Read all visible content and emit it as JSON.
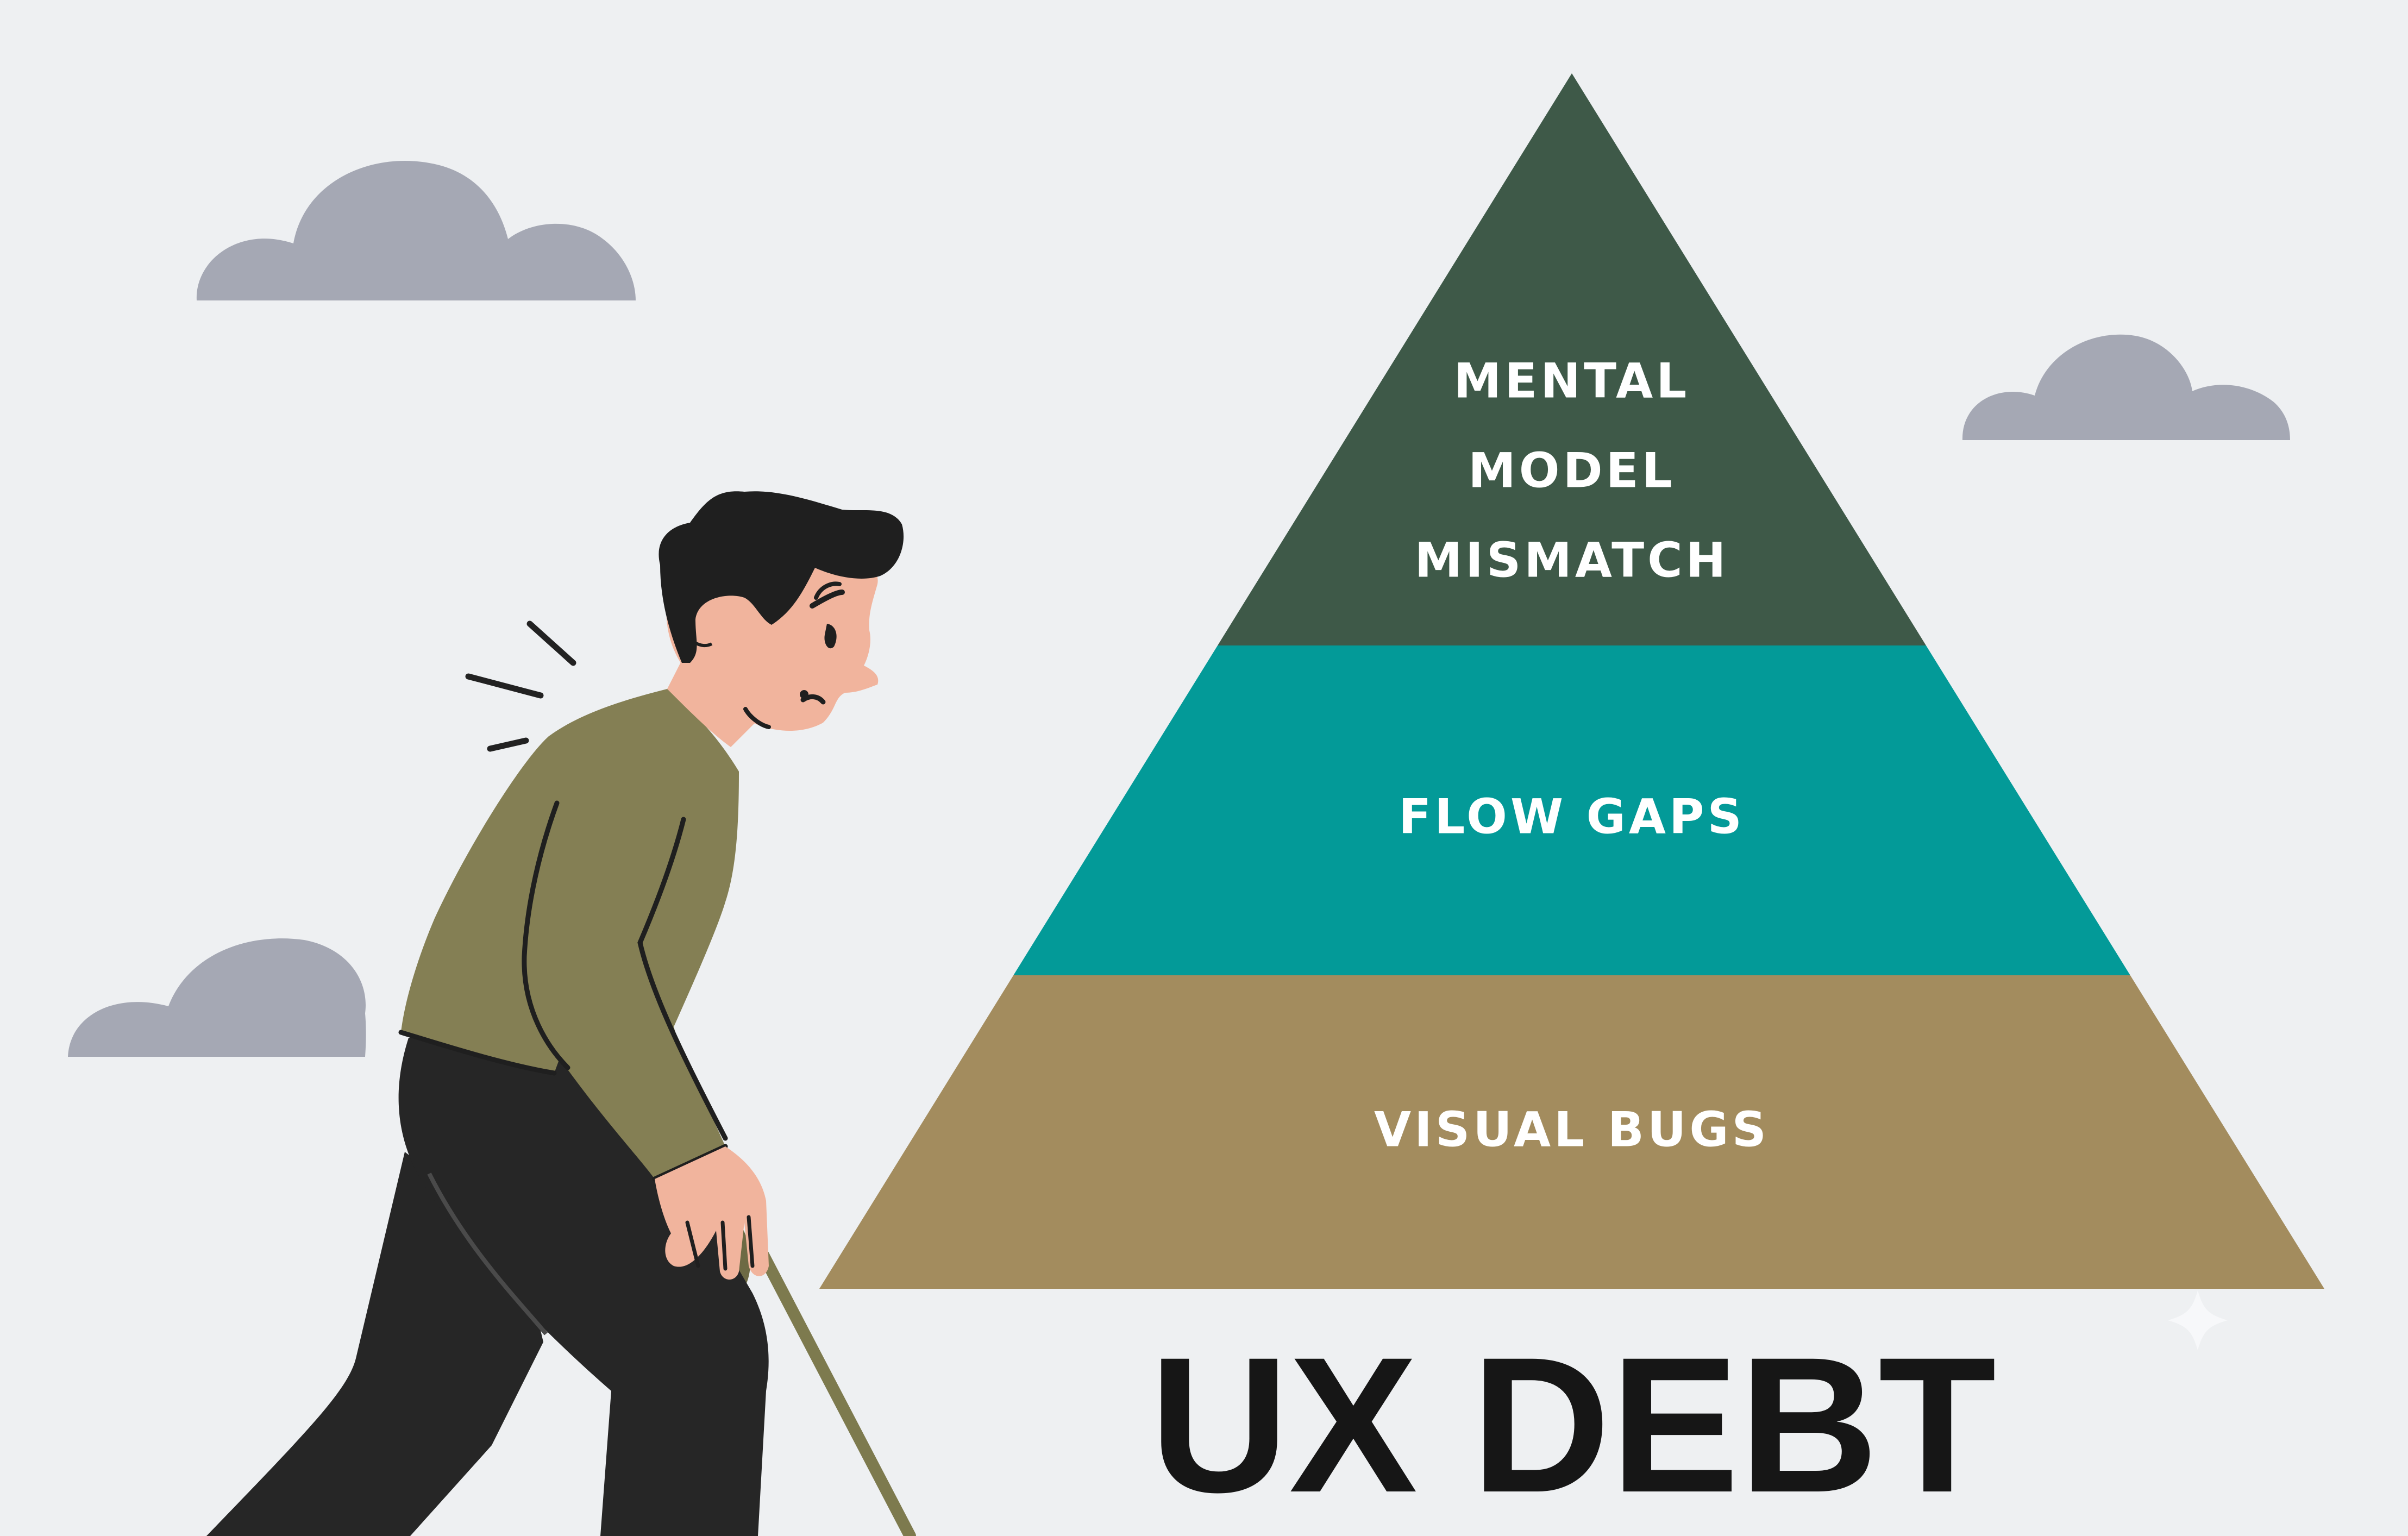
{
  "title": "UX DEBT",
  "pyramid": {
    "tiers": [
      {
        "lines": [
          "MENTAL",
          "MODEL",
          "MISMATCH"
        ],
        "color": "#3e5948"
      },
      {
        "lines": [
          "FLOW GAPS"
        ],
        "color": "#039a98"
      },
      {
        "lines": [
          "VISUAL BUGS"
        ],
        "color": "#a38c5e"
      }
    ]
  },
  "colors": {
    "background": "#eef0f2",
    "cloud": "#a5a8b4",
    "shirt": "#847f54",
    "pants": "#262626",
    "skin": "#f1b49d",
    "hair": "#1f1f1f",
    "cane": "#7d7a4e"
  },
  "icons": {
    "figure": "tired-person-with-cane-icon",
    "clouds": "cloud-icon",
    "sparkle": "sparkle-icon"
  }
}
